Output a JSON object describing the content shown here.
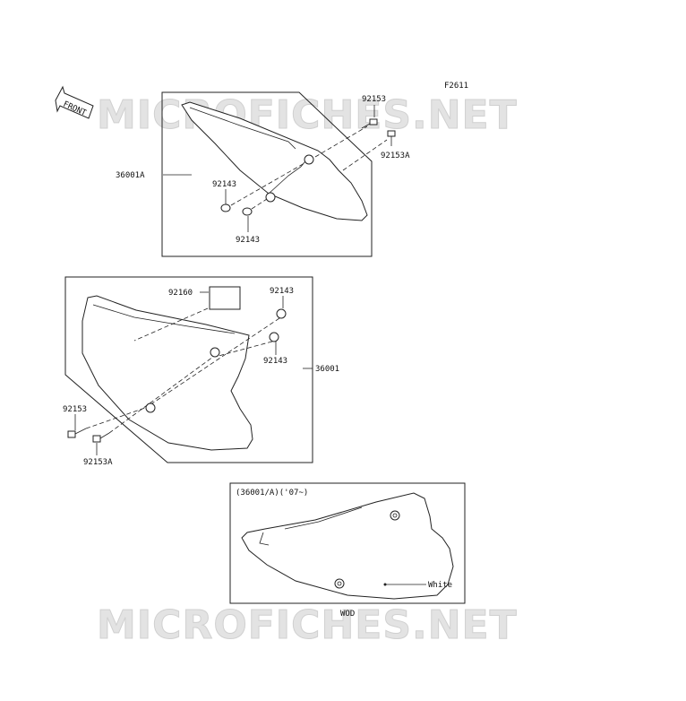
{
  "figure_code": "F2611",
  "watermark": "MICROFICHES.NET",
  "front_label": "FRONT",
  "top_panel": {
    "part_number": "36001A",
    "bolt": "92153",
    "bolt_a": "92153A",
    "collar_1": "92143",
    "collar_2": "92143"
  },
  "middle_panel": {
    "part_number": "36001",
    "pad": "92160",
    "collar_1": "92143",
    "collar_2": "92143",
    "bolt": "92153",
    "bolt_a": "92153A"
  },
  "bottom_panel": {
    "heading": "(36001/A)('07~)",
    "color_label": "White",
    "code": "WOD"
  }
}
